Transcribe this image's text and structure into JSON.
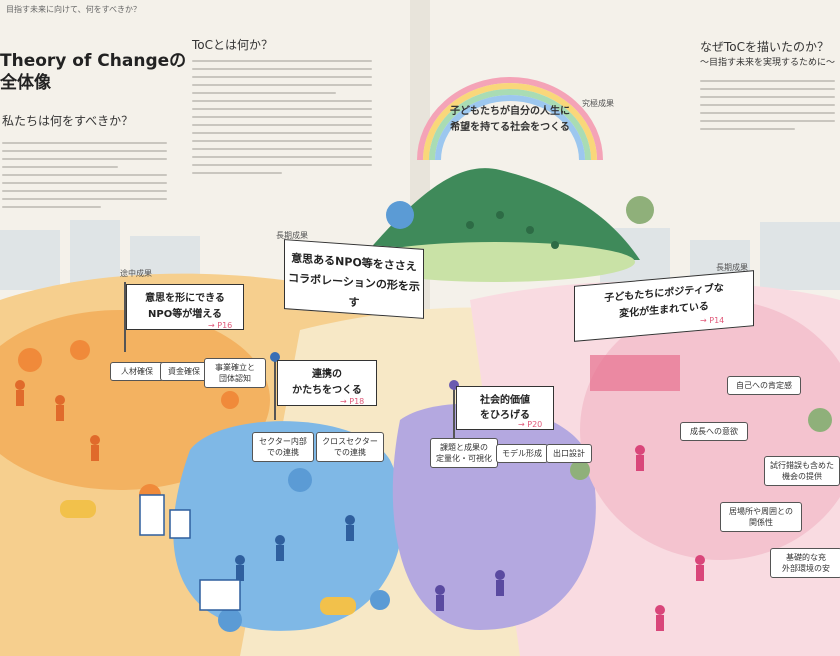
{
  "header": {
    "running_title": "目指す未来に向けて、何をすべきか？"
  },
  "left": {
    "title_line1": "Theory of Changeの",
    "title_line2": "全体像",
    "subtitle": "私たちは何をすべきか？"
  },
  "toc_section": {
    "heading": "ToCとは何か？"
  },
  "why_section": {
    "heading": "なぜToCを描いたのか？",
    "subheading": "〜目指す未来を実現するために〜"
  },
  "rainbow": {
    "label": "究極成果",
    "line1": "子どもたちが自分の人生に",
    "line2": "希望を持てる社会をつくる"
  },
  "long_term_left": {
    "label": "長期成果",
    "line1": "意思あるNPO等をささえ",
    "line2": "コラボレーションの形を示す"
  },
  "long_term_right": {
    "label": "長期成果",
    "line1": "子どもたちにポジティブな",
    "line2": "変化が生まれている",
    "ref": "→ P14"
  },
  "mid_term": {
    "label": "途中成果",
    "line1": "意思を形にできる",
    "line2": "NPO等が増える",
    "ref": "→ P16",
    "tags": [
      "人材確保",
      "資金確保",
      "事業確立と\n団体認知"
    ]
  },
  "collab": {
    "line1": "連携の",
    "line2": "かたちをつくる",
    "ref": "→ P18",
    "tags": [
      "セクター内部\nでの連携",
      "クロスセクター\nでの連携"
    ]
  },
  "social_value": {
    "line1": "社会的価値",
    "line2": "をひろげる",
    "ref": "→ P20",
    "tags": [
      "課題と成果の\n定量化・可視化",
      "モデル形成",
      "出口設計"
    ]
  },
  "child_outcomes": [
    "自己への肯定感",
    "成長への意欲",
    "試行錯誤も含めた\n機会の提供",
    "居場所や周囲との\n関係性",
    "基礎的な充\n外部環境の安"
  ],
  "colors": {
    "orange": "#f3b261",
    "blue": "#7fb8e6",
    "purple": "#b4a8e0",
    "pink": "#f4c3cf",
    "green": "#3f8a5a"
  }
}
